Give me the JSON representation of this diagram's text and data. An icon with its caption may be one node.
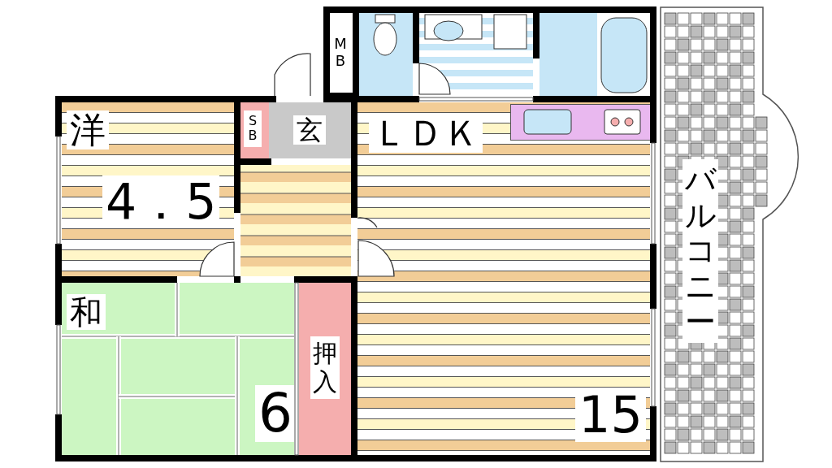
{
  "diagram": {
    "nodes": [
      {
        "text": [
          "洋",
          "4．5"
        ]
      },
      {
        "text": [
          "SB"
        ]
      },
      {
        "text": [
          "玄"
        ]
      },
      {
        "text": [
          "MB"
        ]
      },
      {
        "text": [
          "ＬＤＫ",
          "15"
        ]
      },
      {
        "text": [
          "和",
          "6"
        ]
      },
      {
        "text": [
          "押入"
        ]
      },
      {
        "text": [
          "バルコニー"
        ]
      }
    ]
  }
}
